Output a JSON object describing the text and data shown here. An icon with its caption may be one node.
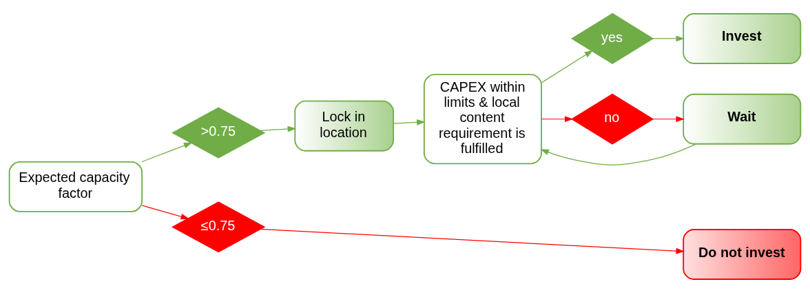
{
  "diagram": {
    "nodes": [
      {
        "text": [
          "Expected capacity factor"
        ]
      },
      {
        "text": [
          ">0.75"
        ]
      },
      {
        "text": [
          "≤0.75"
        ]
      },
      {
        "text": [
          "Lock in location"
        ]
      },
      {
        "text": [
          "CAPEX within limits & local content requirement is fulfilled"
        ]
      },
      {
        "text": [
          "yes"
        ]
      },
      {
        "text": [
          "no"
        ]
      },
      {
        "text": [
          "Invest"
        ]
      },
      {
        "text": [
          "Wait"
        ]
      },
      {
        "text": [
          "Do not invest"
        ]
      }
    ],
    "edges": [
      {
        "from": 0,
        "to": 1,
        "arrow": "to"
      },
      {
        "from": 0,
        "to": 2,
        "arrow": "to",
        "color": "#ff0000"
      },
      {
        "from": 1,
        "to": 3,
        "arrow": "to"
      },
      {
        "from": 3,
        "to": 4,
        "arrow": "to"
      },
      {
        "from": 4,
        "to": 5,
        "arrow": "to"
      },
      {
        "from": 4,
        "to": 6,
        "arrow": "to",
        "color": "#ff0000"
      },
      {
        "from": 5,
        "to": 7,
        "arrow": "to"
      },
      {
        "from": 6,
        "to": 8,
        "arrow": "to",
        "color": "#ff0000"
      },
      {
        "from": 8,
        "to": 4,
        "arrow": "to"
      },
      {
        "from": 2,
        "to": 9,
        "arrow": "to",
        "color": "#ff0000"
      }
    ]
  }
}
